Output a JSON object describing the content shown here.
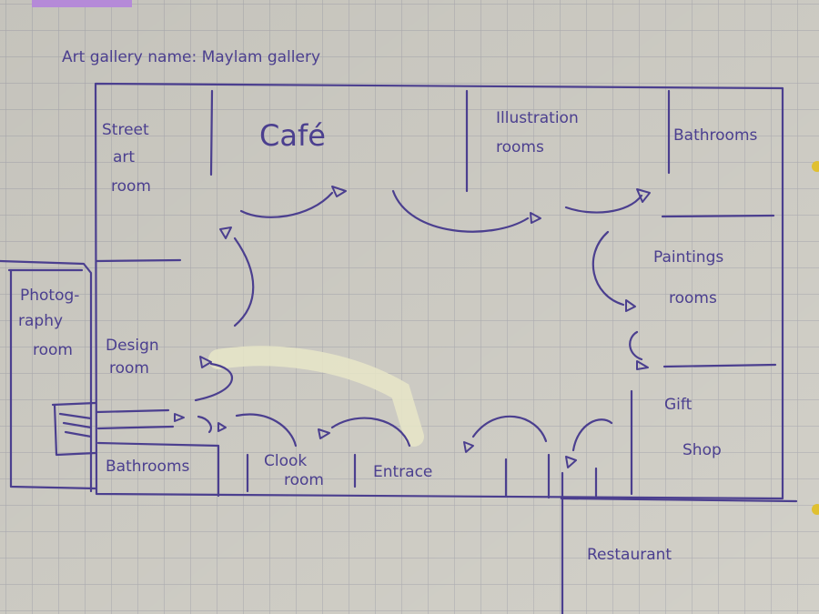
{
  "title": "Art gallery name: Maylam gallery",
  "rooms": {
    "street_art": [
      "Street",
      "art",
      "room"
    ],
    "cafe": "Café",
    "illustration": [
      "Illustration",
      "rooms"
    ],
    "bathrooms_top": "Bathrooms",
    "paintings": [
      "Paintings",
      "rooms"
    ],
    "gift_shop": [
      "Gift",
      "Shop"
    ],
    "photography": [
      "Photog-",
      "raphy",
      "room"
    ],
    "design": [
      "Design",
      "room"
    ],
    "bathrooms_bottom": "Bathrooms",
    "cloak_room": [
      "Clook",
      "room"
    ],
    "entrance": "Entrace",
    "restaurant": "Restaurant"
  },
  "colors": {
    "paper": "#d6d4cc",
    "grid": "#b4b3b8",
    "ink": "#4b3f8f",
    "highlight": "#e8e6c8",
    "tab": "#b58ad8"
  }
}
